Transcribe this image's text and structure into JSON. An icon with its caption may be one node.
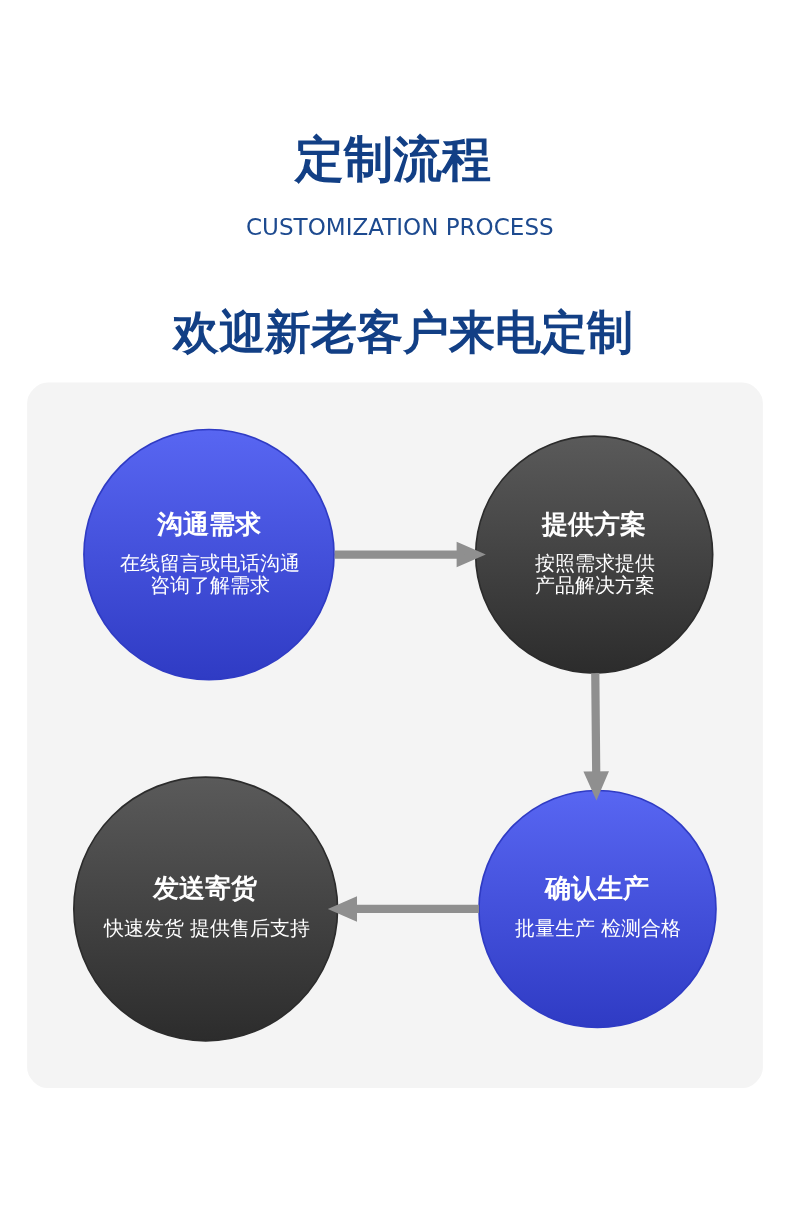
{
  "diagram": {
    "title": "定制流程",
    "nodes": [
      {
        "text": [],
        "shape": "box"
      },
      {
        "text": [
          "沟通需求",
          "在线留言或电话沟通咨询了解需求"
        ],
        "in": 0
      },
      {
        "text": [
          "提供方案",
          "按照需求提供产品解决方案"
        ],
        "in": 0
      },
      {
        "text": [
          "发送寄货",
          "快速发货 提供售后支持"
        ],
        "in": 0
      },
      {
        "text": [
          "确认生产",
          "批量生产 检测合格"
        ],
        "in": 0
      }
    ],
    "edges": [
      {
        "from": 1,
        "to": 2,
        "arrow": "to"
      },
      {
        "from": 2,
        "to": 4,
        "arrow": "to"
      },
      {
        "from": 4,
        "to": 3,
        "arrow": "to"
      }
    ],
    "labels": [
      "CUSTOMIZATION PROCESS",
      "欢迎新老客户来电定制"
    ]
  }
}
